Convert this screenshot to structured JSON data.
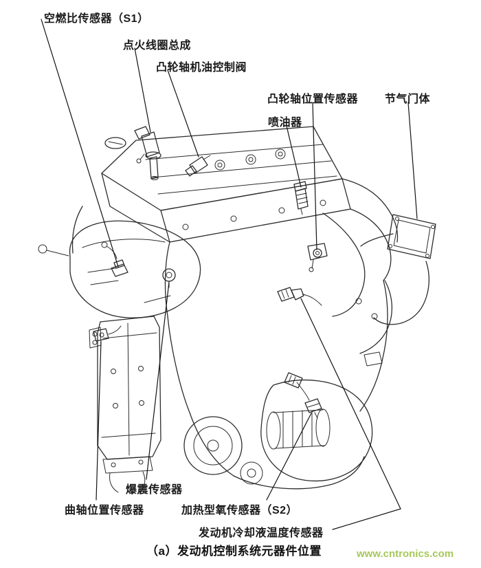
{
  "diagram": {
    "caption": "（a）发动机控制系统元器件位置",
    "watermark": "www.cntronics.com",
    "watermark_color": "#a6c85a",
    "line_color": "#1a1a1a",
    "labels": [
      {
        "id": "air-fuel-ratio-sensor",
        "text": "空燃比传感器（S1）"
      },
      {
        "id": "ignition-coil-assembly",
        "text": "点火线圈总成"
      },
      {
        "id": "camshaft-oil-control-valve",
        "text": "凸轮轴机油控制阀"
      },
      {
        "id": "camshaft-position-sensor",
        "text": "凸轮轴位置传感器"
      },
      {
        "id": "throttle-body",
        "text": "节气门体"
      },
      {
        "id": "fuel-injector",
        "text": "喷油器"
      },
      {
        "id": "knock-sensor",
        "text": "爆震传感器"
      },
      {
        "id": "crankshaft-position-sensor",
        "text": "曲轴位置传感器"
      },
      {
        "id": "heated-oxygen-sensor",
        "text": "加热型氧传感器（S2）"
      },
      {
        "id": "engine-coolant-temp-sensor",
        "text": "发动机冷却液温度传感器"
      }
    ]
  }
}
